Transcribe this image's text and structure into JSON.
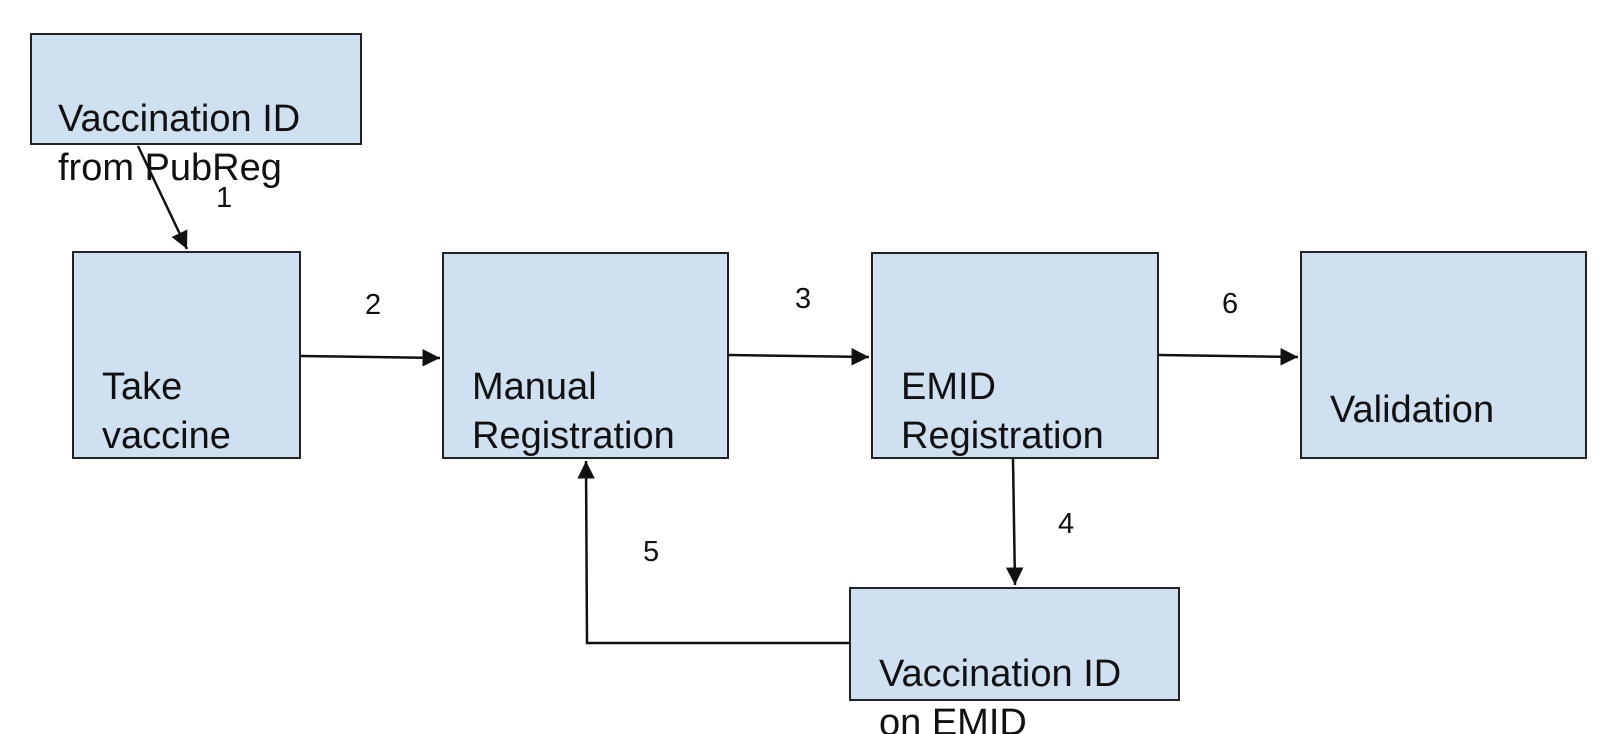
{
  "nodes": {
    "vaccination_id_pubreg": "Vaccination ID\nfrom PubReg",
    "take_vaccine": "Take\nvaccine",
    "manual_registration": "Manual\nRegistration",
    "emid_registration": "EMID\nRegistration",
    "validation": "Validation",
    "vaccination_id_emid": "Vaccination ID\non EMID"
  },
  "edges": [
    {
      "from": "vaccination_id_pubreg",
      "to": "take_vaccine",
      "label": "1"
    },
    {
      "from": "take_vaccine",
      "to": "manual_registration",
      "label": "2"
    },
    {
      "from": "manual_registration",
      "to": "emid_registration",
      "label": "3"
    },
    {
      "from": "emid_registration",
      "to": "vaccination_id_emid",
      "label": "4"
    },
    {
      "from": "vaccination_id_emid",
      "to": "manual_registration",
      "label": "5"
    },
    {
      "from": "emid_registration",
      "to": "validation",
      "label": "6"
    }
  ],
  "colors": {
    "node_fill": "#cfe0f1",
    "node_border": "#222222",
    "line": "#111111"
  }
}
